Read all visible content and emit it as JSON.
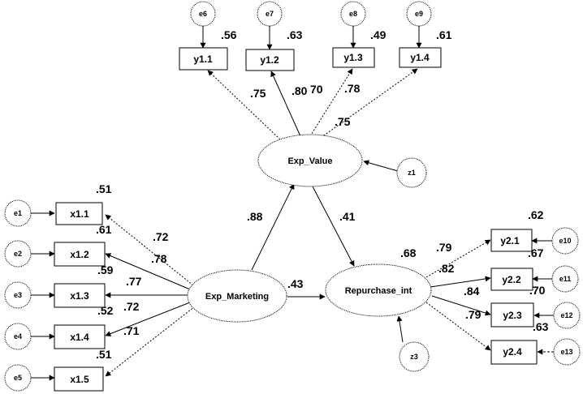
{
  "diagram": {
    "type": "structural-equation-model",
    "latent": {
      "exp_value": "Exp_Value",
      "exp_marketing": "Exp_Marketing",
      "repurchase_int": "Repurchase_int"
    },
    "disturbances": {
      "z1": "z1",
      "z3": "z3"
    },
    "value_indicators": [
      {
        "name": "y1.1",
        "error": "e6",
        "r2": ".56",
        "loading": ".75"
      },
      {
        "name": "y1.2",
        "error": "e7",
        "r2": ".63",
        "loading": ".80"
      },
      {
        "name": "y1.3",
        "error": "e8",
        "r2": ".49",
        "loading": ".78"
      },
      {
        "name": "y1.4",
        "error": "e9",
        "r2": ".61",
        "loading": ".75"
      }
    ],
    "value_extra_label": "70",
    "marketing_indicators": [
      {
        "name": "x1.1",
        "error": "e1",
        "r2": ".51",
        "loading": ".72"
      },
      {
        "name": "x1.2",
        "error": "e2",
        "r2": ".61",
        "loading": ".78"
      },
      {
        "name": "x1.3",
        "error": "e3",
        "r2": ".59",
        "loading": ".77"
      },
      {
        "name": "x1.4",
        "error": "e4",
        "r2": ".52",
        "loading": ".72"
      },
      {
        "name": "x1.5",
        "error": "e5",
        "r2": ".51",
        "loading": ".71"
      }
    ],
    "repurchase_indicators": [
      {
        "name": "y2.1",
        "error": "e10",
        "r2": ".62",
        "loading": ".79"
      },
      {
        "name": "y2.2",
        "error": "e11",
        "r2": ".67",
        "loading": ".82"
      },
      {
        "name": "y2.3",
        "error": "e12",
        "r2": ".70",
        "loading": ".84"
      },
      {
        "name": "y2.4",
        "error": "e13",
        "r2": ".63",
        "loading": ".79"
      }
    ],
    "paths": {
      "marketing_to_value": ".88",
      "value_to_repurchase": ".41",
      "marketing_to_repurchase": ".43"
    },
    "repurchase_r2": ".68"
  }
}
